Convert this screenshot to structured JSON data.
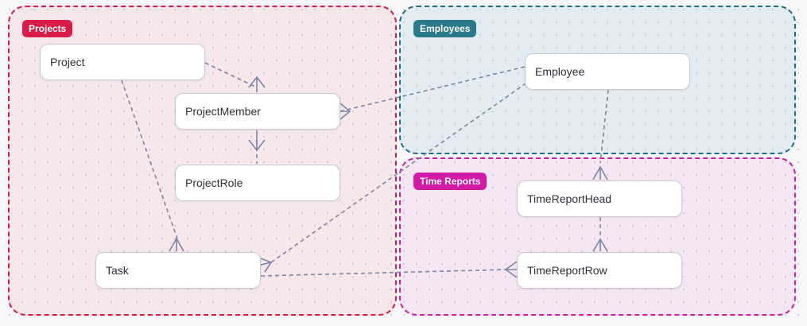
{
  "groups": {
    "projects": {
      "label": "Projects",
      "color": "#d81b48"
    },
    "employees": {
      "label": "Employees",
      "color": "#2a7a8c"
    },
    "time_reports": {
      "label": "Time Reports",
      "color": "#d11aa5"
    }
  },
  "entities": {
    "project": "Project",
    "project_member": "ProjectMember",
    "project_role": "ProjectRole",
    "task": "Task",
    "employee": "Employee",
    "time_report_head": "TimeReportHead",
    "time_report_row": "TimeReportRow"
  },
  "relationships": [
    {
      "from": "Project",
      "to": "ProjectMember",
      "cardinality": "one-to-many"
    },
    {
      "from": "Project",
      "to": "Task",
      "cardinality": "one-to-many"
    },
    {
      "from": "ProjectRole",
      "to": "ProjectMember",
      "cardinality": "one-to-many"
    },
    {
      "from": "Employee",
      "to": "ProjectMember",
      "cardinality": "one-to-many"
    },
    {
      "from": "Employee",
      "to": "Task",
      "cardinality": "one-to-many"
    },
    {
      "from": "Employee",
      "to": "TimeReportHead",
      "cardinality": "one-to-many"
    },
    {
      "from": "TimeReportHead",
      "to": "TimeReportRow",
      "cardinality": "one-to-many"
    },
    {
      "from": "Task",
      "to": "TimeReportRow",
      "cardinality": "one-to-many"
    }
  ],
  "colors": {
    "edge": "#7a86a3",
    "node_border": "#c7cad4"
  }
}
